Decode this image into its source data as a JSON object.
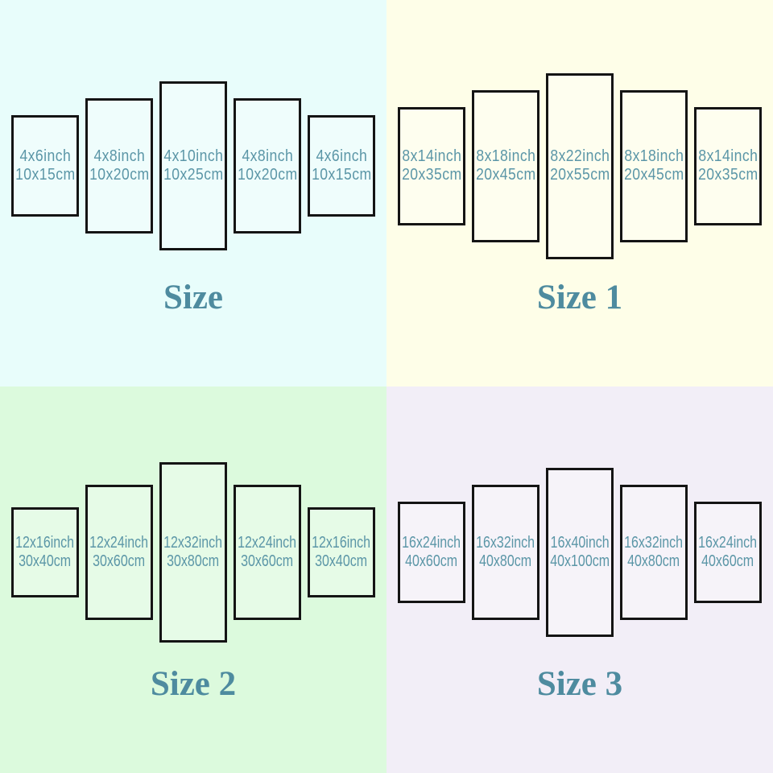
{
  "colors": {
    "panel_border": "#141414",
    "panel_text": "#5b96a7",
    "title_text": "#4e8b9f",
    "bg_size": "#e8fdfb",
    "bg_size1": "#fefee8",
    "bg_size2": "#dcfadd",
    "bg_size3": "#f2eef7"
  },
  "quadrants": [
    {
      "title": "Size",
      "bg": "#e8fdfb",
      "panels": [
        {
          "inch": "4x6inch",
          "cm": "10x15cm"
        },
        {
          "inch": "4x8inch",
          "cm": "10x20cm"
        },
        {
          "inch": "4x10inch",
          "cm": "10x25cm"
        },
        {
          "inch": "4x8inch",
          "cm": "10x20cm"
        },
        {
          "inch": "4x6inch",
          "cm": "10x15cm"
        }
      ]
    },
    {
      "title": "Size 1",
      "bg": "#fefee8",
      "panels": [
        {
          "inch": "8x14inch",
          "cm": "20x35cm"
        },
        {
          "inch": "8x18inch",
          "cm": "20x45cm"
        },
        {
          "inch": "8x22inch",
          "cm": "20x55cm"
        },
        {
          "inch": "8x18inch",
          "cm": "20x45cm"
        },
        {
          "inch": "8x14inch",
          "cm": "20x35cm"
        }
      ]
    },
    {
      "title": "Size 2",
      "bg": "#dcfadd",
      "panels": [
        {
          "inch": "12x16inch",
          "cm": "30x40cm"
        },
        {
          "inch": "12x24inch",
          "cm": "30x60cm"
        },
        {
          "inch": "12x32inch",
          "cm": "30x80cm"
        },
        {
          "inch": "12x24inch",
          "cm": "30x60cm"
        },
        {
          "inch": "12x16inch",
          "cm": "30x40cm"
        }
      ]
    },
    {
      "title": "Size 3",
      "bg": "#f2eef7",
      "panels": [
        {
          "inch": "16x24inch",
          "cm": "40x60cm"
        },
        {
          "inch": "16x32inch",
          "cm": "40x80cm"
        },
        {
          "inch": "16x40inch",
          "cm": "40x100cm"
        },
        {
          "inch": "16x32inch",
          "cm": "40x80cm"
        },
        {
          "inch": "16x24inch",
          "cm": "40x60cm"
        }
      ]
    }
  ]
}
